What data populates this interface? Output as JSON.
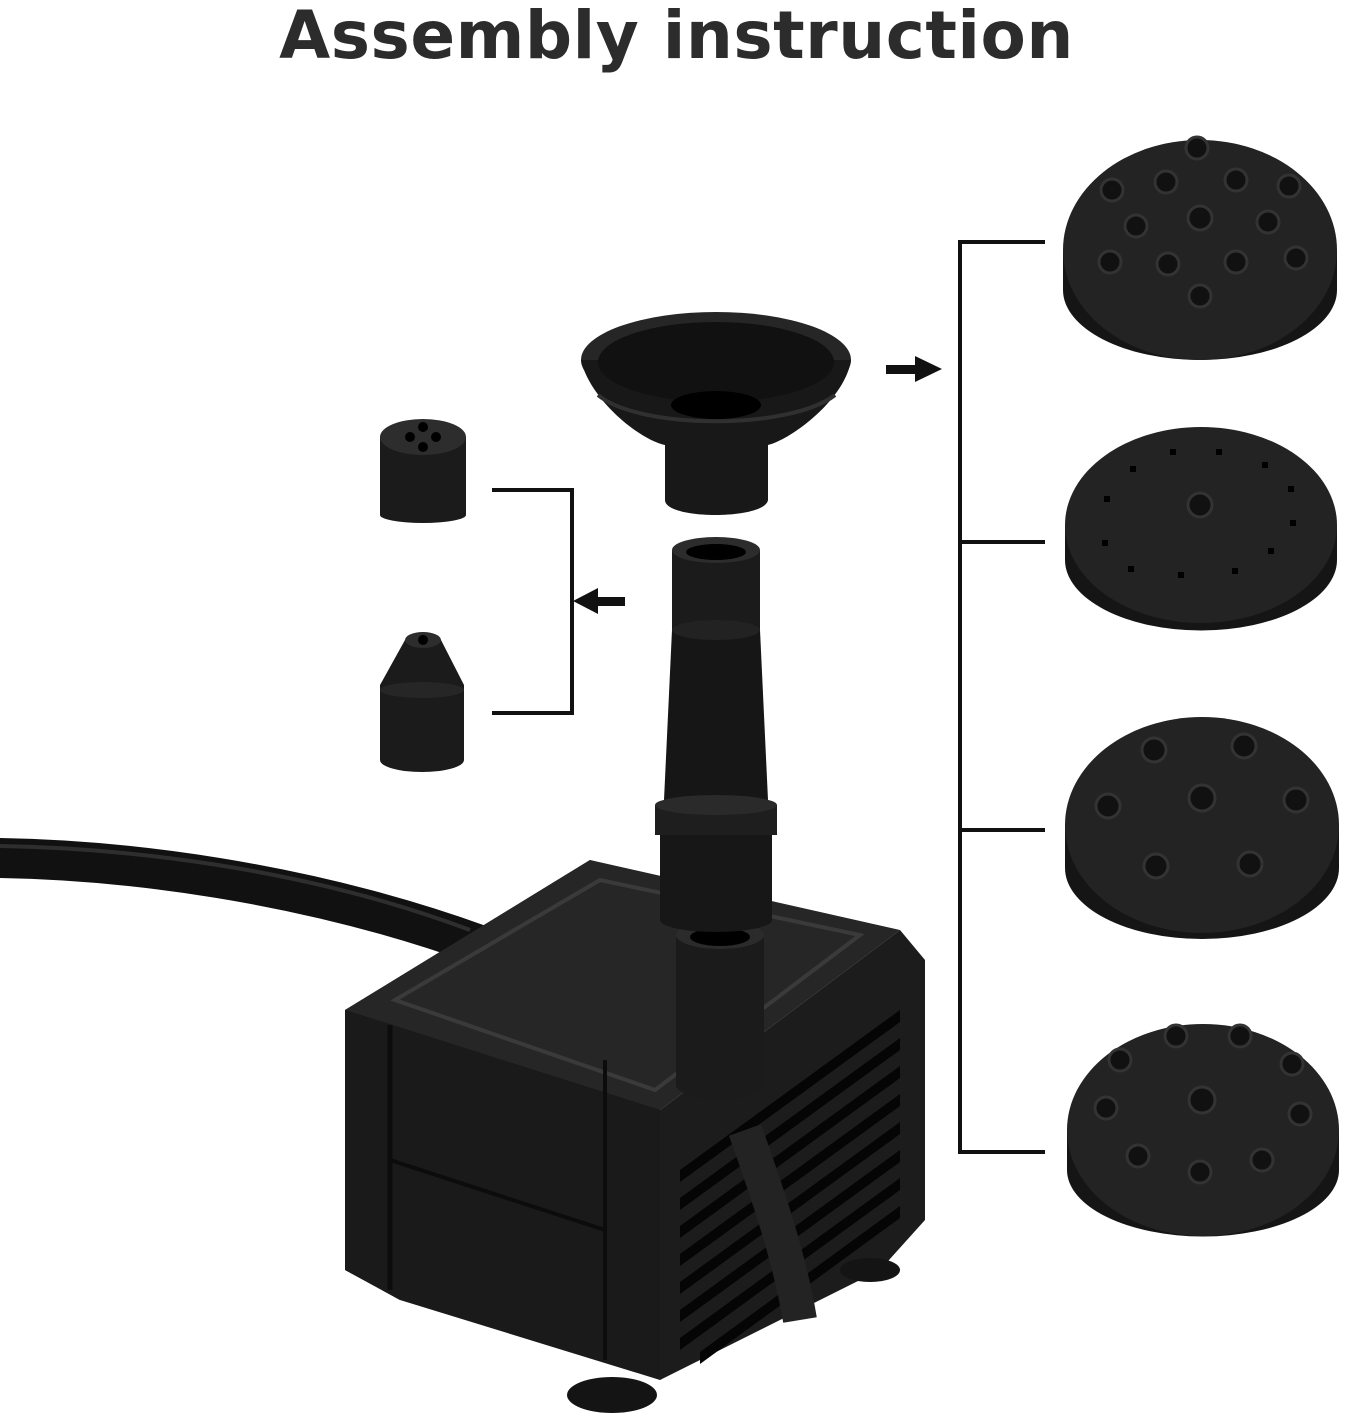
{
  "page": {
    "title": "Assembly instruction"
  },
  "colors": {
    "background": "#ffffff",
    "title_text": "#2c2c2c",
    "part_fill": "#1b1b1b",
    "part_shade": "#2a2a2a",
    "part_highlight": "#3b3b3b",
    "line": "#111111"
  },
  "icons": {
    "pump": "submersible-pump",
    "stem": "extension-tube",
    "cup": "funnel-adapter",
    "nozzle_small": "small-nozzle",
    "connector_arrow": "arrow-icon"
  }
}
